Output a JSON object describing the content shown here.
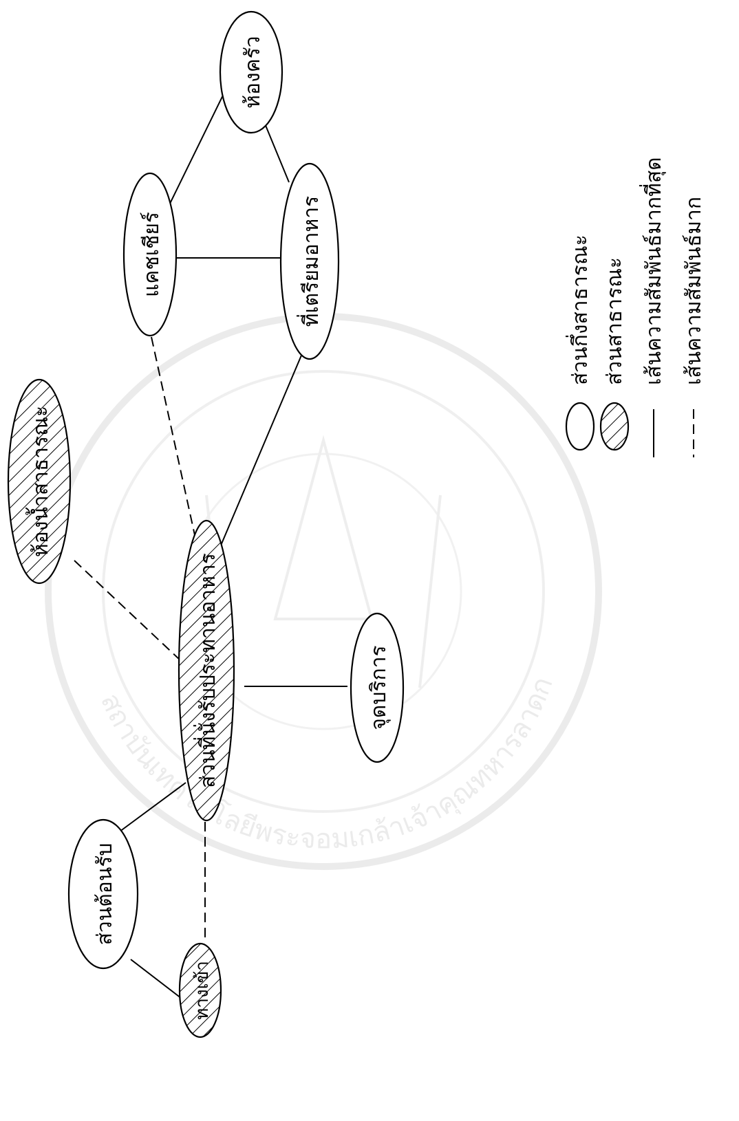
{
  "nodes": {
    "kitchen": "ห้องครัว",
    "cashier": "แคชเชียร์",
    "food_prep": "ที่เตรียมอาหาร",
    "public_restroom": "ห้องน้ำสาธารณะ",
    "dining_area": "ส่วนที่นั่งรับประทานอาหาร",
    "service_point": "จุดบริการ",
    "reception": "ส่วนต้อนรับ",
    "entrance": "ทางเข้า"
  },
  "legend": {
    "semi_public": "ส่วนกึ่งสาธารณะ",
    "public": "ส่วนสาธารณะ",
    "strongest_relation": "เส้นความสัมพันธ์มากที่สุด",
    "strong_relation": "เส้นความสัมพันธ์มาก"
  },
  "watermark": {
    "text": "สถาบันเทคโนโลยีพระจอมเกล้าเจ้าคุณทหารลาดกระบัง",
    "color": "#c8c8c8"
  }
}
